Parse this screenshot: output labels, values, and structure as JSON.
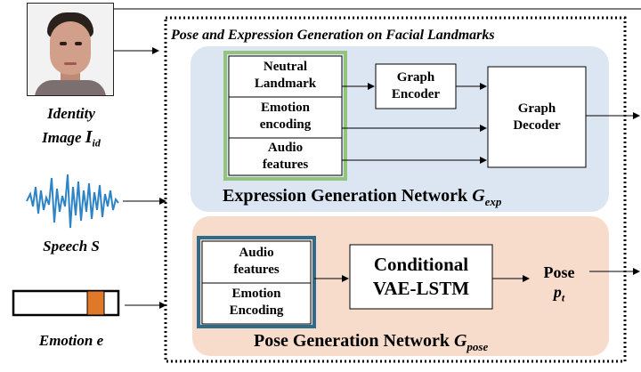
{
  "inputs": {
    "identity_line1": "Identity",
    "identity_line2": "Image",
    "identity_symbol": "I",
    "identity_sub": "id",
    "speech_label": "Speech",
    "speech_symbol": "S",
    "emotion_label": "Emotion",
    "emotion_symbol": "e"
  },
  "outer_title": "Pose and Expression Generation on Facial Landmarks",
  "expression_network": {
    "boxes": {
      "neutral_landmark": [
        "Neutral",
        "Landmark"
      ],
      "emotion_encoding": [
        "Emotion",
        "encoding"
      ],
      "audio_features": [
        "Audio",
        "features"
      ],
      "graph_encoder": [
        "Graph",
        "Encoder"
      ],
      "graph_decoder": [
        "Graph",
        "Decoder"
      ]
    },
    "title": "Expression Generation Network",
    "symbol": "G",
    "symbol_sub": "exp"
  },
  "pose_network": {
    "boxes": {
      "audio_features": [
        "Audio",
        "features"
      ],
      "emotion_encoding": [
        "Emotion",
        "Encoding"
      ],
      "cvae": [
        "Conditional",
        "VAE-LSTM"
      ]
    },
    "output_label": "Pose",
    "output_symbol": "p",
    "output_sub": "t",
    "title": "Pose Generation Network",
    "symbol": "G",
    "symbol_sub": "pose"
  },
  "colors": {
    "expr_panel": "#dce6f2",
    "pose_panel": "#f8dccb",
    "speech_wave": "#2e83c4",
    "emotion_marker": "#e0782a",
    "green_border": "#92c47c",
    "blue_border": "#2d6c8c"
  }
}
